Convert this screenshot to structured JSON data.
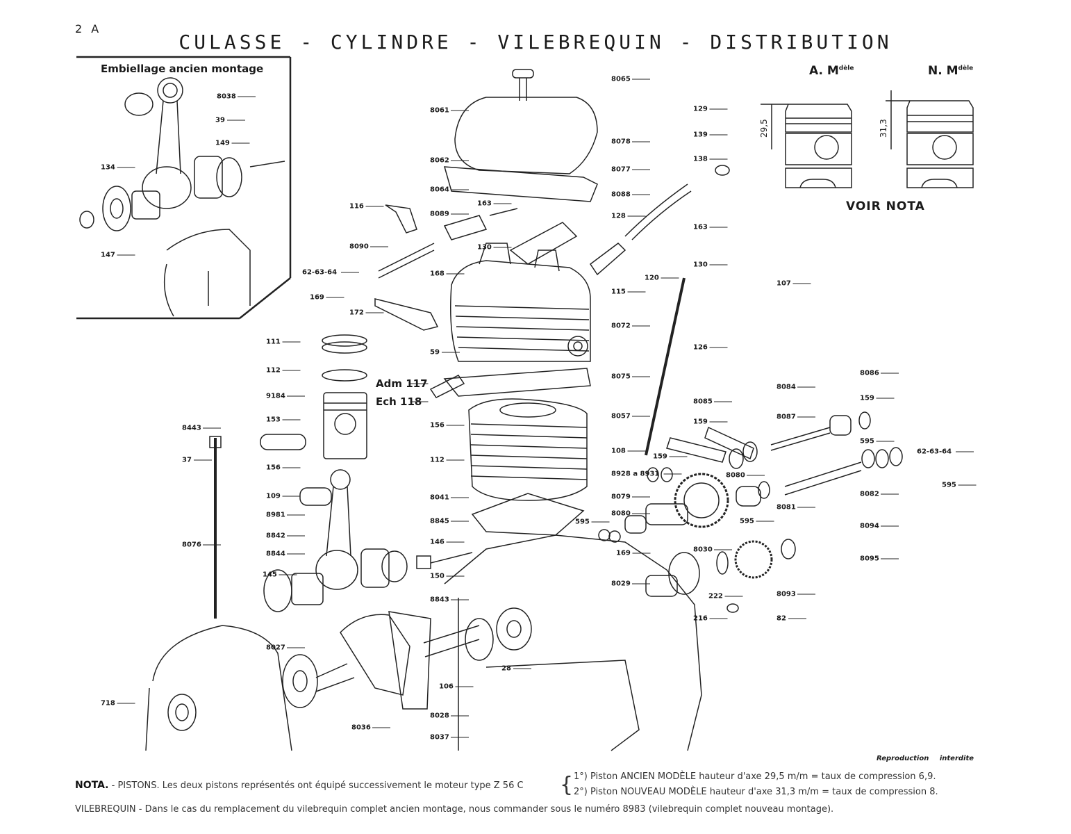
{
  "page_number": "2 A",
  "title": "CULASSE - CYLINDRE - VILEBREQUIN - DISTRIBUTION",
  "inset": {
    "title": "Embiellage ancien montage"
  },
  "pistons": {
    "old_label_main": "A. M",
    "old_label_sup": "dèle",
    "new_label_main": "N. M",
    "new_label_sup": "dèle",
    "old_dimension": "29,5",
    "new_dimension": "31,3",
    "see_note": "VOIR NOTA"
  },
  "part_labels": [
    "8038",
    "39",
    "149",
    "134",
    "147",
    "8065",
    "8061",
    "8062",
    "8064",
    "116",
    "163",
    "8089",
    "8088",
    "128",
    "8078",
    "8077",
    "129",
    "139",
    "138",
    "163",
    "130",
    "107",
    "130",
    "8090",
    "62-63-64",
    "168",
    "169",
    "115",
    "120",
    "172",
    "59",
    "8072",
    "126",
    "111",
    "112",
    "9184",
    "Adm 117",
    "Ech 118",
    "156",
    "153",
    "8443",
    "37",
    "156",
    "112",
    "8075",
    "8057",
    "8084",
    "8085",
    "159",
    "8086",
    "159",
    "8087",
    "595",
    "62-63-64",
    "595",
    "108",
    "159",
    "8928 a 8931",
    "8080",
    "8082",
    "8081",
    "109",
    "8981",
    "8041",
    "8079",
    "8080",
    "595",
    "595",
    "8845",
    "8842",
    "8844",
    "146",
    "169",
    "8094",
    "8030",
    "8095",
    "8076",
    "145",
    "150",
    "8029",
    "8093",
    "222",
    "8843",
    "216",
    "82",
    "8027",
    "28",
    "106",
    "718",
    "8028",
    "8036",
    "8037"
  ],
  "footer": {
    "reproduction": "Reproduction interdite",
    "nota_head": "NOTA.",
    "nota_text": " - PISTONS. Les deux pistons représentés ont équipé successivement le moteur type Z 56 C",
    "brace": "{",
    "line1": "1°) Piston ANCIEN MODÈLE hauteur d'axe 29,5 m/m = taux de compression 6,9.",
    "line2": "2°) Piston NOUVEAU MODÈLE hauteur d'axe 31,3 m/m = taux de compression 8.",
    "vilebrequin": "VILEBREQUIN - Dans le cas du remplacement du vilebrequin complet ancien montage, nous commander sous le numéro 8983 (vilebrequin complet nouveau montage)."
  }
}
